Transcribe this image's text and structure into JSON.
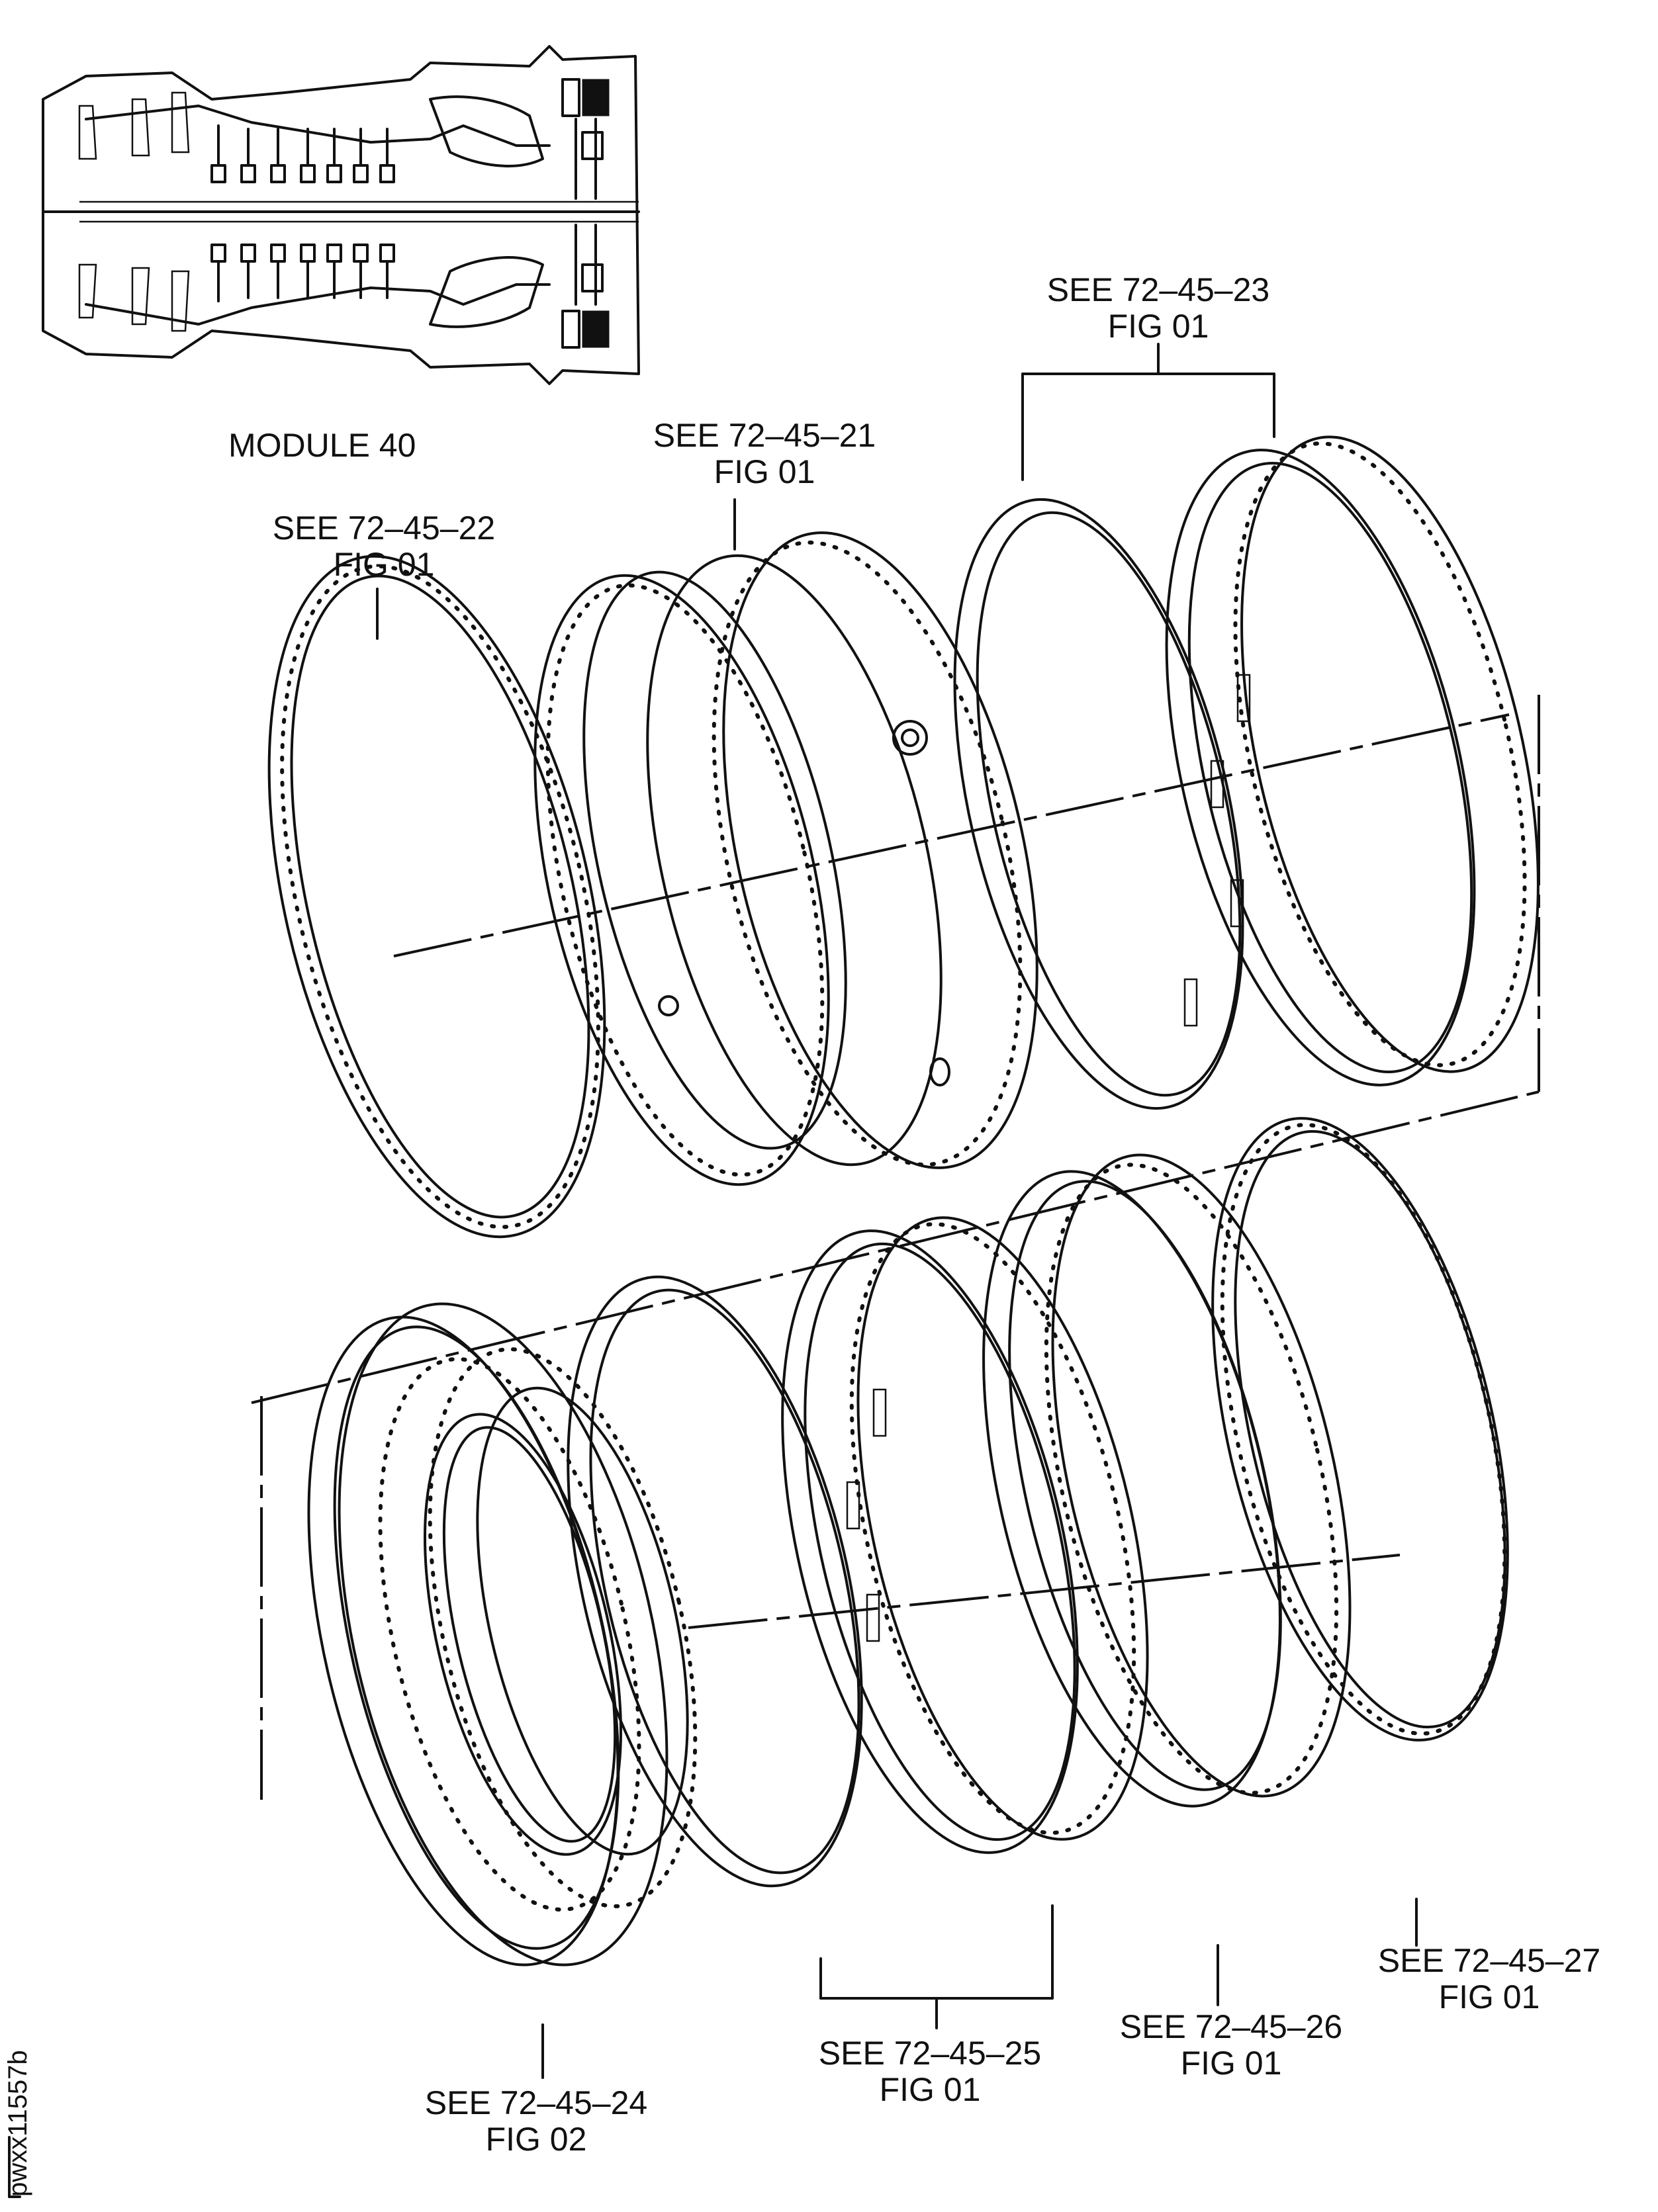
{
  "module_label": "MODULE 40",
  "references": [
    {
      "id": "ref-72-45-23",
      "line1": "SEE 72–45–23",
      "line2": "FIG 01"
    },
    {
      "id": "ref-72-45-21",
      "line1": "SEE 72–45–21",
      "line2": "FIG 01"
    },
    {
      "id": "ref-72-45-22",
      "line1": "SEE 72–45–22",
      "line2": "FIG 01"
    },
    {
      "id": "ref-72-45-27",
      "line1": "SEE 72–45–27",
      "line2": "FIG 01"
    },
    {
      "id": "ref-72-45-26",
      "line1": "SEE 72–45–26",
      "line2": "FIG 01"
    },
    {
      "id": "ref-72-45-24",
      "line1": "SEE 72–45–24",
      "line2": "FIG 02"
    },
    {
      "id": "ref-72-45-25",
      "line1": "SEE 72–45–25",
      "line2": "FIG 01"
    }
  ],
  "figure_code": "pwxx11557b"
}
